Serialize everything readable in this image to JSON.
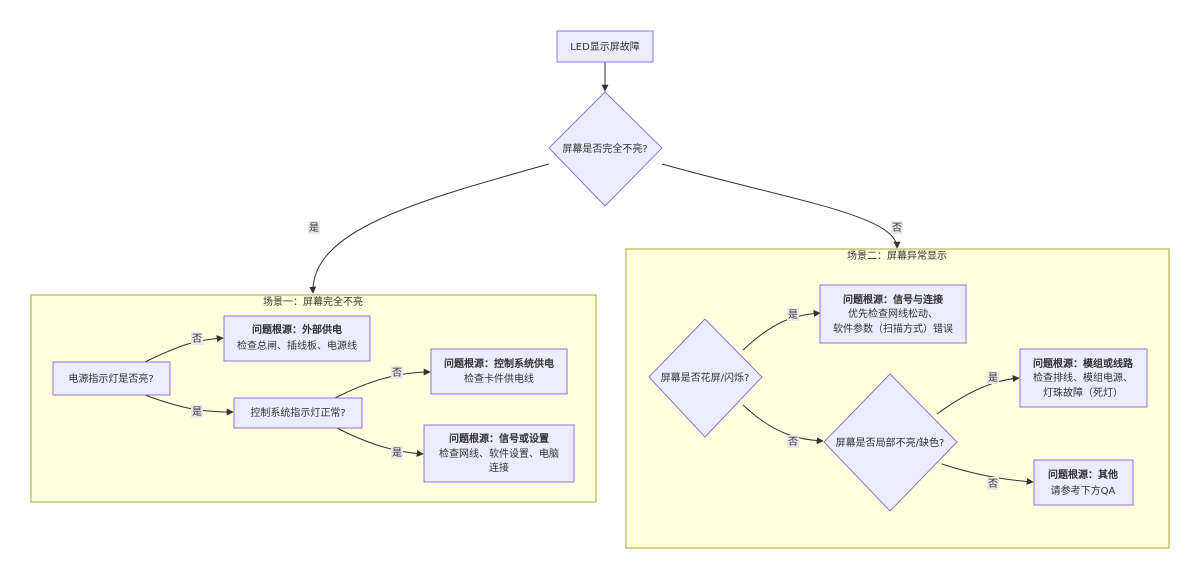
{
  "title": "LED显示屏故障",
  "decisions": {
    "screen_dark": "屏幕是否完全不亮?",
    "power_light": "电源指示灯是否亮?",
    "control_light": "控制系统指示灯正常?",
    "flicker": "屏幕是否花屏/闪烁?",
    "partial": "屏幕是否局部不亮/缺色?"
  },
  "clusters": {
    "scenario1": "场景一：屏幕完全不亮",
    "scenario2": "场景二：屏幕异常显示"
  },
  "results": {
    "external_power": {
      "title": "问题根源：外部供电",
      "lines": [
        "检查总闸、插线板、电源线"
      ]
    },
    "control_power": {
      "title": "问题根源：控制系统供电",
      "lines": [
        "检查卡件供电线"
      ]
    },
    "signal_settings": {
      "title": "问题根源：信号或设置",
      "lines": [
        "检查网线、软件设置、电脑",
        "连接"
      ]
    },
    "signal_connection": {
      "title": "问题根源：信号与连接",
      "lines": [
        "优先检查网线松动、",
        "软件参数（扫描方式）错误"
      ]
    },
    "module_circuit": {
      "title": "问题根源：模组或线路",
      "lines": [
        "检查排线、模组电源、",
        "灯珠故障（死灯）"
      ]
    },
    "other": {
      "title": "问题根源：其他",
      "lines": [
        "请参考下方QA"
      ]
    }
  },
  "edge_labels": {
    "top_yes": "是",
    "top_no": "否",
    "power_no": "否",
    "power_yes": "是",
    "control_no": "否",
    "control_yes": "是",
    "flicker_yes": "是",
    "flicker_no": "否",
    "partial_yes": "是",
    "partial_no": "否"
  }
}
